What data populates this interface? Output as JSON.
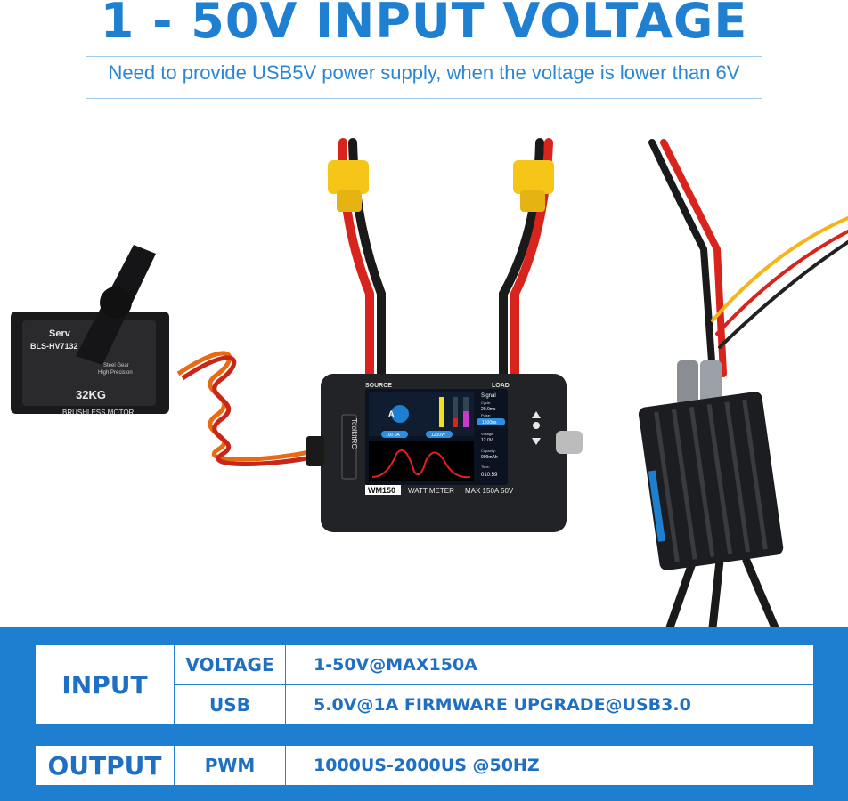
{
  "header": {
    "title": "1 - 50V INPUT VOLTAGE",
    "subtitle": "Need to provide USB5V power supply, when the voltage is lower than 6V"
  },
  "device": {
    "source_label": "SOURCE",
    "load_label": "LOAD",
    "brand": "ToolkitRC",
    "model": "WM150",
    "description": "WATT METER",
    "rating": "MAX 150A  50V",
    "screen": {
      "signal_label": "Signal",
      "cycle_label": "Cycle:",
      "cycle_value": "20.0ms",
      "pulse_label": "Pulse:",
      "pulse_value": "1500us",
      "voltage_label": "Voltage:",
      "voltage_value": "12.0V",
      "capacity_label": "Capacity:",
      "capacity_value": "999mAh",
      "time_label": "Time:",
      "time_value": "010:59",
      "current_badge": "100.0A",
      "power_badge": "1200W",
      "gauge_letter": "A"
    }
  },
  "servo": {
    "label_1": "Serv",
    "label_2": "BLS-HV7132",
    "label_3": "Steel Gear",
    "label_4": "High Precision",
    "label_5": "32KG",
    "label_6": "BRUSHLESS MOTOR"
  },
  "specs": {
    "input_label": "INPUT",
    "output_label": "OUTPUT",
    "rows": [
      {
        "key": "VOLTAGE",
        "value": "1-50V@MAX150A"
      },
      {
        "key": "USB",
        "value": "5.0V@1A FIRMWARE  UPGRADE@USB3.0"
      },
      {
        "key": "PWM",
        "value": "1000US-2000US @50HZ"
      }
    ]
  },
  "colors": {
    "brand_blue": "#1f7fd0",
    "band_blue": "#1e7fd0",
    "connector_yellow": "#f5c518",
    "wire_red": "#d8241c"
  }
}
